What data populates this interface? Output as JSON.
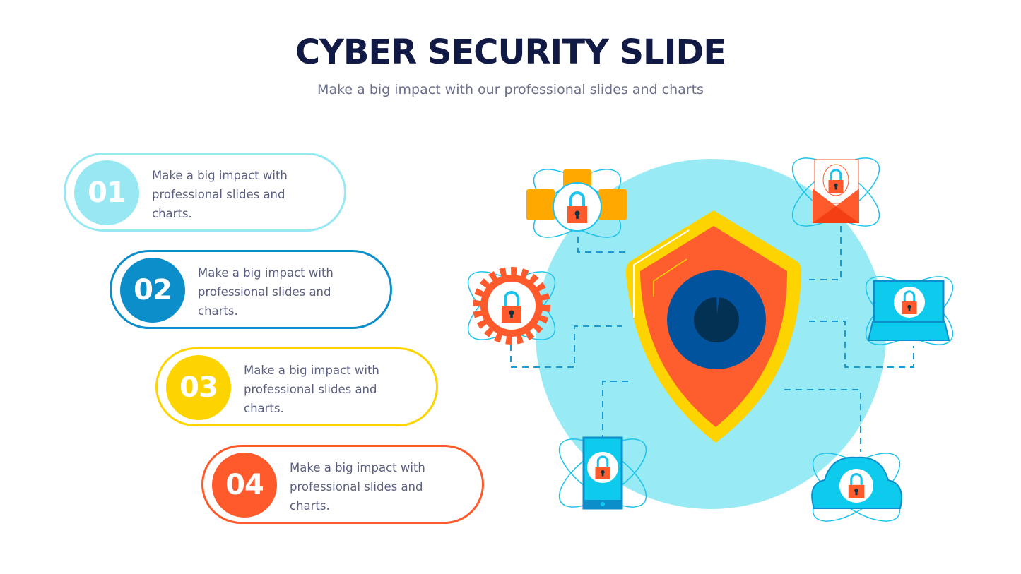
{
  "header": {
    "title": "CYBER SECURITY SLIDE",
    "subtitle": "Make a big impact with our professional slides and charts"
  },
  "items": [
    {
      "number": "01",
      "text": "Make a big impact with professional slides and charts.",
      "color": "#97e8f3"
    },
    {
      "number": "02",
      "text": "Make a big impact with professional slides and charts.",
      "color": "#0b8ec9"
    },
    {
      "number": "03",
      "text": "Make a big impact with professional slides and charts.",
      "color": "#fdd400"
    },
    {
      "number": "04",
      "text": "Make a big impact with professional slides and charts.",
      "color": "#fe5a2c"
    }
  ],
  "illustration": {
    "nodes": [
      "database-lock",
      "email-lock",
      "gear-lock",
      "laptop-lock",
      "phone-lock",
      "cloud-lock"
    ],
    "colors": {
      "bg_circle": "#98eaf4",
      "shield_outer": "#fdd400",
      "shield_inner": "#fe5d2e",
      "dial": "#02539d",
      "dial_center": "#033154",
      "line": "#1b9ad6"
    }
  }
}
